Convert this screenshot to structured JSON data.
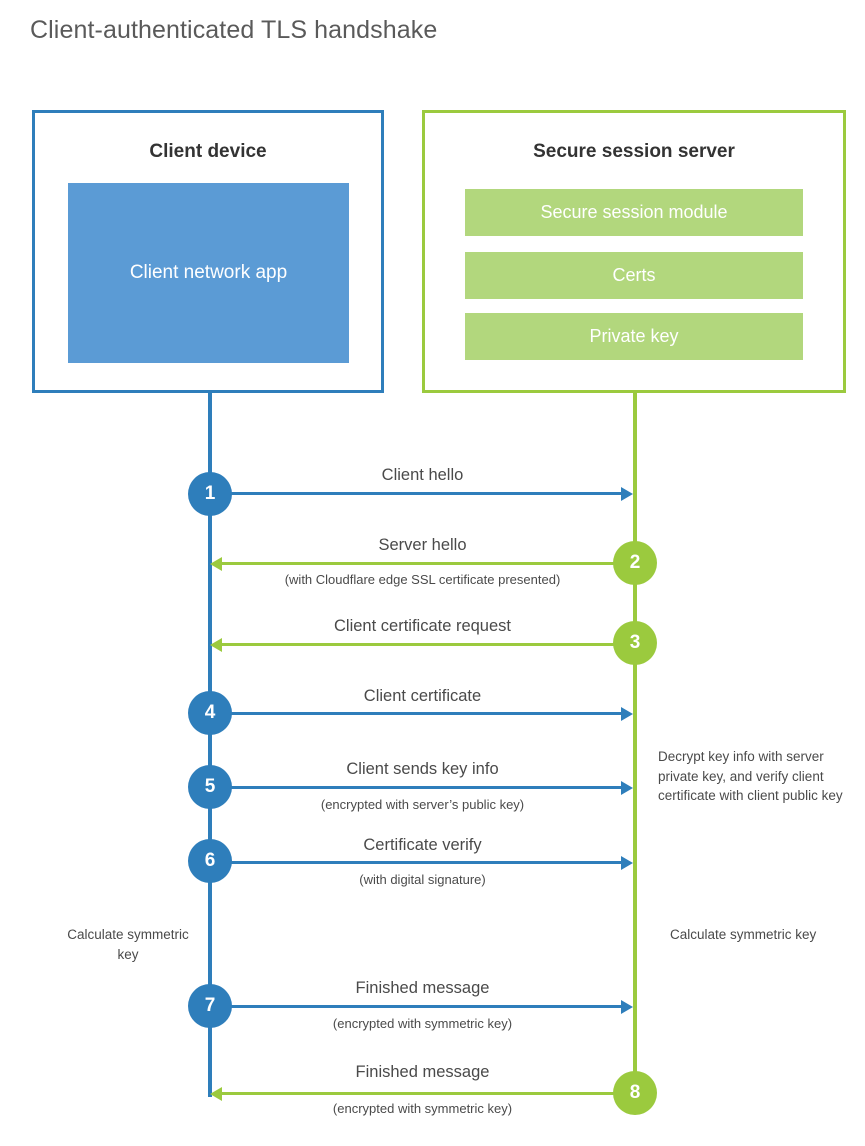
{
  "title": "Client-authenticated TLS handshake",
  "colors": {
    "client_blue": "#2E7EBB",
    "client_app_fill": "#5B9BD5",
    "server_green": "#9BCA3E",
    "server_bar_fill": "#B2D77D",
    "text": "#4a4a4a",
    "title_text": "#5a5a5a"
  },
  "client": {
    "title": "Client device",
    "app_label": "Client network app",
    "note": "Calculate symmetric key"
  },
  "server": {
    "title": "Secure session server",
    "components": [
      {
        "label": "Secure session module"
      },
      {
        "label": "Certs"
      },
      {
        "label": "Private key"
      }
    ],
    "note_decrypt": "Decrypt key info with server private key, and verify client certificate with client public key",
    "note_symmetric": "Calculate symmetric key"
  },
  "steps": [
    {
      "number": "1",
      "label": "Client hello",
      "sub": "",
      "direction": "client-to-server",
      "color": "#2E7EBB"
    },
    {
      "number": "2",
      "label": "Server hello",
      "sub": "(with Cloudflare edge SSL certificate presented)",
      "direction": "server-to-client",
      "color": "#9BCA3E"
    },
    {
      "number": "3",
      "label": "Client certificate request",
      "sub": "",
      "direction": "server-to-client",
      "color": "#9BCA3E"
    },
    {
      "number": "4",
      "label": "Client certificate",
      "sub": "",
      "direction": "client-to-server",
      "color": "#2E7EBB"
    },
    {
      "number": "5",
      "label": "Client sends key info",
      "sub": "(encrypted with server’s public key)",
      "direction": "client-to-server",
      "color": "#2E7EBB"
    },
    {
      "number": "6",
      "label": "Certificate verify",
      "sub": "(with digital signature)",
      "direction": "client-to-server",
      "color": "#2E7EBB"
    },
    {
      "number": "7",
      "label": "Finished message",
      "sub": "(encrypted with symmetric key)",
      "direction": "client-to-server",
      "color": "#2E7EBB"
    },
    {
      "number": "8",
      "label": "Finished message",
      "sub": "(encrypted with symmetric key)",
      "direction": "server-to-client",
      "color": "#9BCA3E"
    }
  ]
}
